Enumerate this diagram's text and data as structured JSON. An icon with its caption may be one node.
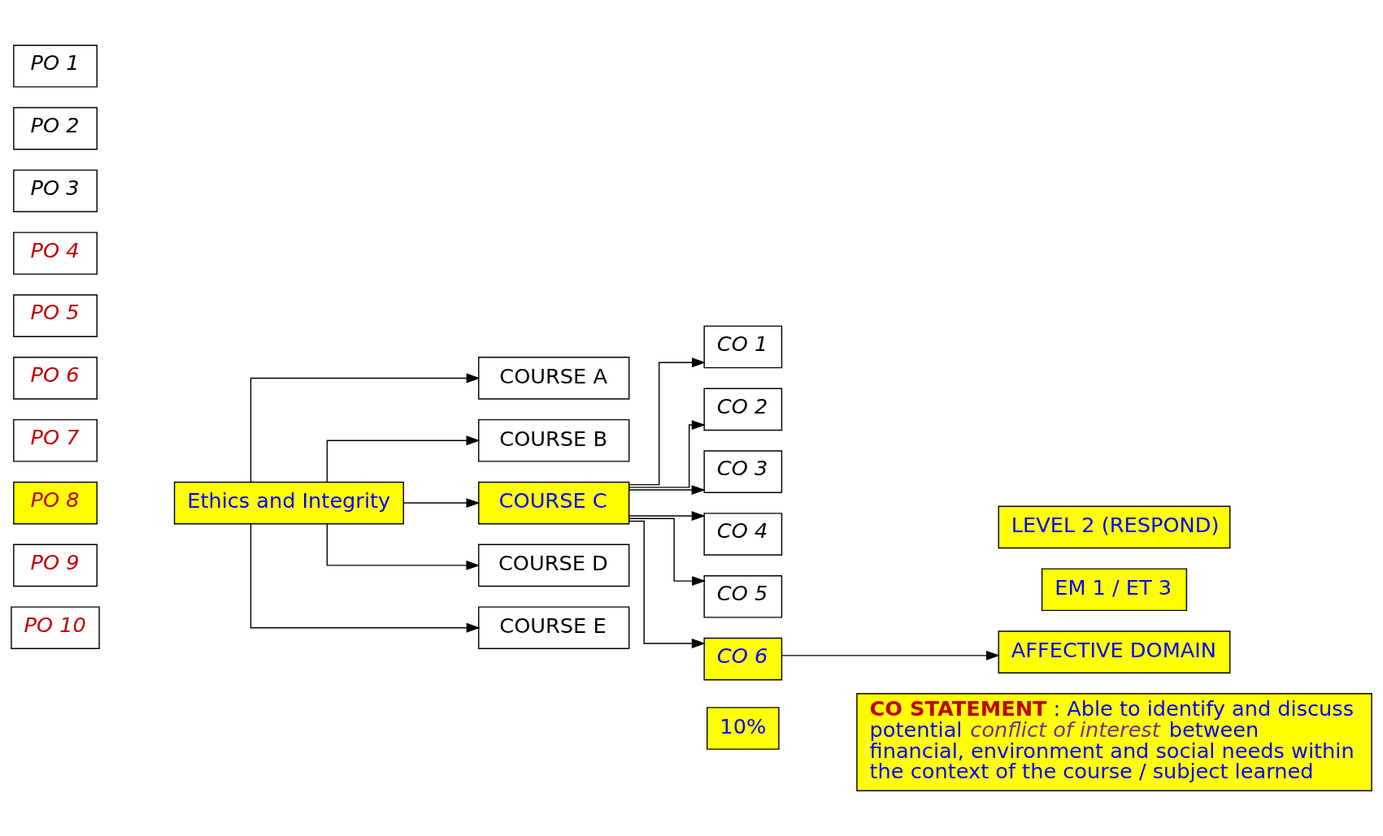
{
  "diagram": {
    "nodes": [
      {
        "text": [
          "PO 1"
        ]
      },
      {
        "text": [
          "PO 2"
        ]
      },
      {
        "text": [
          "PO 3"
        ]
      },
      {
        "text": [
          "PO 4"
        ]
      },
      {
        "text": [
          "PO 5"
        ]
      },
      {
        "text": [
          "PO 6"
        ]
      },
      {
        "text": [
          "PO 7"
        ]
      },
      {
        "text": [
          "PO 8"
        ]
      },
      {
        "text": [
          "PO 9"
        ]
      },
      {
        "text": [
          "PO 10"
        ]
      },
      {
        "text": [
          "Ethics and Integrity"
        ]
      },
      {
        "text": [
          "COURSE A"
        ]
      },
      {
        "text": [
          "COURSE B"
        ]
      },
      {
        "text": [
          "COURSE C"
        ]
      },
      {
        "text": [
          "COURSE D"
        ]
      },
      {
        "text": [
          "COURSE E"
        ]
      },
      {
        "text": [
          "CO 1"
        ]
      },
      {
        "text": [
          "CO 2"
        ]
      },
      {
        "text": [
          "CO 3"
        ]
      },
      {
        "text": [
          "CO 4"
        ]
      },
      {
        "text": [
          "CO 5"
        ]
      },
      {
        "text": [
          "CO 6"
        ]
      },
      {
        "text": [
          "10%"
        ]
      },
      {
        "text": [
          "**CO STATEMENT** : Able to identify and discuss potential *conflict of interest* between financial, environment and social needs within the context of the course / subject learned"
        ]
      },
      {
        "text": [
          "EM 1 / ET 3"
        ]
      },
      {
        "text": [
          "AFFECTIVE DOMAIN"
        ]
      },
      {
        "text": [
          "LEVEL 2 (RESPOND)"
        ]
      }
    ],
    "edges": [
      {
        "from": 10,
        "to": 11,
        "arrow": "to"
      },
      {
        "from": 10,
        "to": 12,
        "arrow": "to"
      },
      {
        "from": 10,
        "to": 13,
        "arrow": "to"
      },
      {
        "from": 10,
        "to": 14,
        "arrow": "to"
      },
      {
        "from": 10,
        "to": 15,
        "arrow": "to"
      },
      {
        "from": 13,
        "to": 16,
        "arrow": "to"
      },
      {
        "from": 13,
        "to": 17,
        "arrow": "to"
      },
      {
        "from": 13,
        "to": 18,
        "arrow": "to"
      },
      {
        "from": 13,
        "to": 19,
        "arrow": "to"
      },
      {
        "from": 13,
        "to": 20,
        "arrow": "to"
      },
      {
        "from": 13,
        "to": 21,
        "arrow": "to"
      },
      {
        "from": 21,
        "to": 25,
        "arrow": "to"
      }
    ]
  }
}
